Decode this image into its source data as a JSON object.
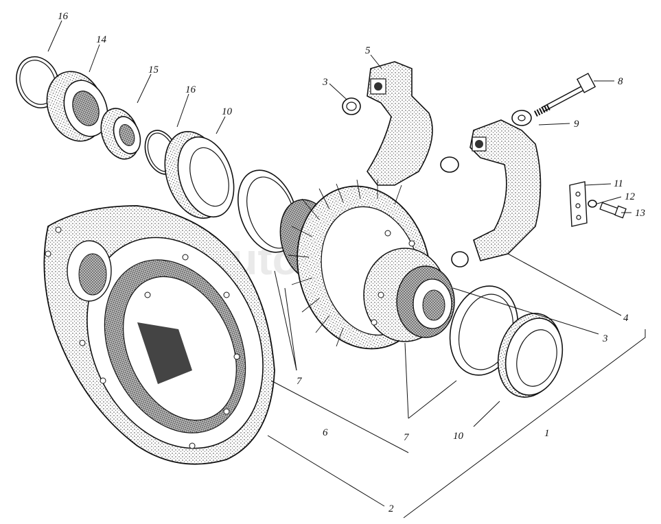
{
  "watermark": "AutoSoft",
  "labels": [
    {
      "id": "16a",
      "text": "16"
    },
    {
      "id": "14",
      "text": "14"
    },
    {
      "id": "15",
      "text": "15"
    },
    {
      "id": "16b",
      "text": "16"
    },
    {
      "id": "10a",
      "text": "10"
    },
    {
      "id": "5",
      "text": "5"
    },
    {
      "id": "3a",
      "text": "3"
    },
    {
      "id": "8",
      "text": "8"
    },
    {
      "id": "9",
      "text": "9"
    },
    {
      "id": "11",
      "text": "11"
    },
    {
      "id": "12",
      "text": "12"
    },
    {
      "id": "13",
      "text": "13"
    },
    {
      "id": "4",
      "text": "4"
    },
    {
      "id": "3b",
      "text": "3"
    },
    {
      "id": "7a",
      "text": "7"
    },
    {
      "id": "6",
      "text": "6"
    },
    {
      "id": "7b",
      "text": "7"
    },
    {
      "id": "10b",
      "text": "10"
    },
    {
      "id": "1",
      "text": "1"
    },
    {
      "id": "2",
      "text": "2"
    }
  ]
}
